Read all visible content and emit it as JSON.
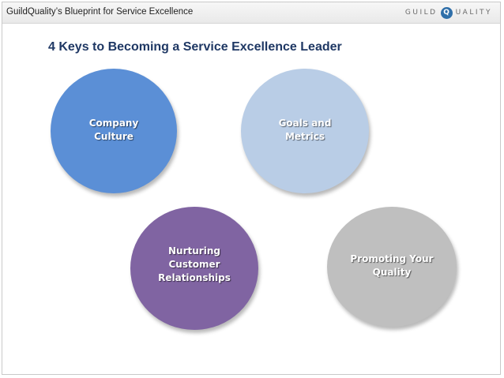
{
  "header": {
    "title": "GuildQuality’s Blueprint for Service Excellence",
    "logo_left": "GUILD",
    "logo_mark": "Q",
    "logo_right": "UALITY"
  },
  "main": {
    "title": "4 Keys to Becoming a Service Excellence Leader"
  },
  "keys": [
    {
      "label": "Company\nCulture",
      "color": "#5b8fd6"
    },
    {
      "label": "Goals and\nMetrics",
      "color": "#b9cde6"
    },
    {
      "label": "Nurturing\nCustomer\nRelationships",
      "color": "#8064a2"
    },
    {
      "label": "Promoting Your\nQuality",
      "color": "#bfbfbf"
    }
  ]
}
